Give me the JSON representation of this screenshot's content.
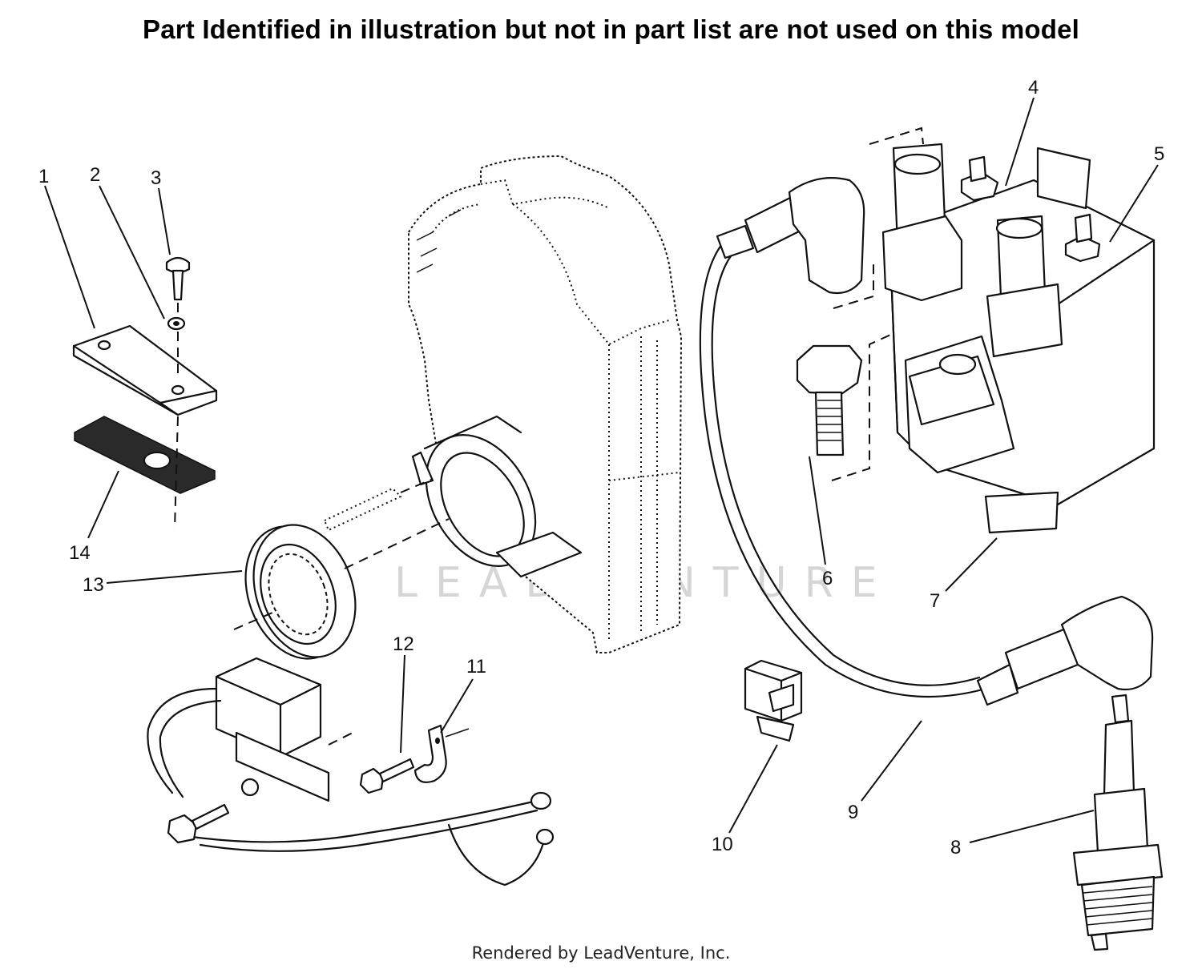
{
  "header": {
    "note": "Part Identified in illustration but not in part list are not used on this model"
  },
  "watermark": {
    "text": "LEADVENTURE"
  },
  "callouts": [
    "1",
    "2",
    "3",
    "4",
    "5",
    "6",
    "7",
    "8",
    "9",
    "10",
    "11",
    "12",
    "13",
    "14"
  ],
  "footer": {
    "text": "Rendered by LeadVenture, Inc."
  },
  "colors": {
    "ink": "#111111",
    "watermark": "#d6d6d6",
    "background": "#ffffff"
  }
}
